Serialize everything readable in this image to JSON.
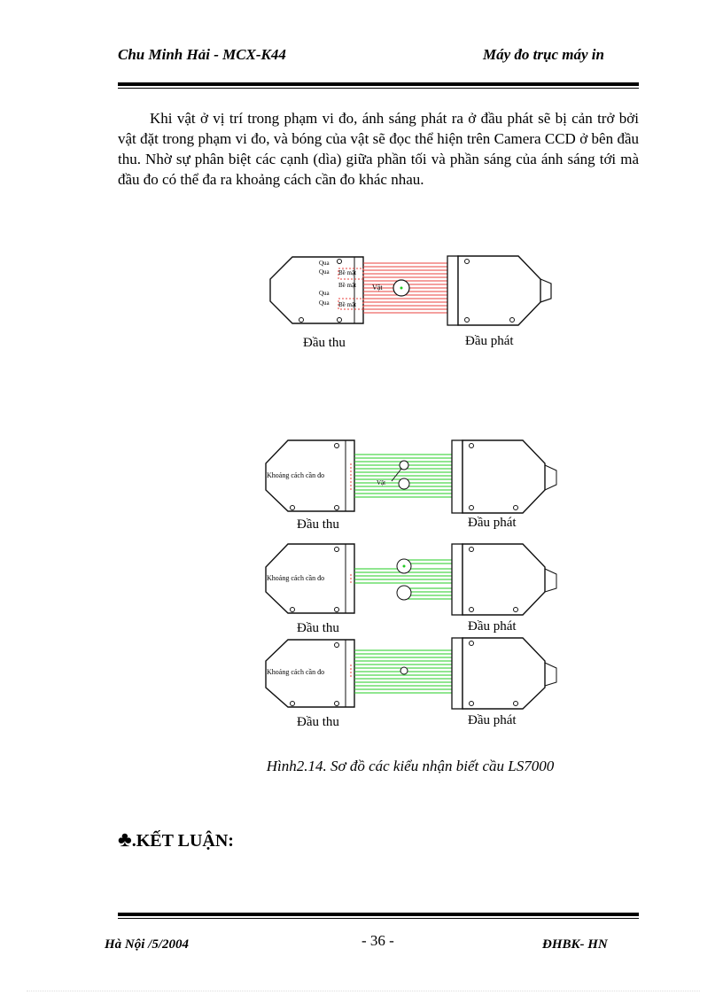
{
  "header": {
    "left": "Chu Minh Hải  - MCX-K44",
    "right": "Máy đo trục máy in"
  },
  "paragraph": "Khi vật ở vị trí trong phạm vi đo, ánh sáng phát ra ở đầu phát sẽ bị cản trở bởi vật đặt trong phạm vi đo, và bóng của vật sẽ đọc  thể hiện trên Camera CCD ở bên đầu thu. Nhờ sự phân biệt các cạnh (dìa) giữa phần tối và phần sáng của ánh sáng tới mà đầu đo có thể đa  ra khoảng cách cần đo khác nhau.",
  "figure": {
    "top_diagram": {
      "receiver_label": "Đầu thu",
      "emitter_label": "Đầu phát",
      "labels": [
        "Qua",
        "Qua",
        "Qua",
        "Qua",
        "Bề mặt",
        "Bề mặt",
        "Bề mặt",
        "Vật"
      ]
    },
    "diagrams": [
      {
        "measure_label": "Khoảng cách cần đo",
        "object_label": "Vật",
        "receiver_label": "Đầu thu",
        "emitter_label": "Đầu phát"
      },
      {
        "measure_label": "Khoảng cách cần đo",
        "receiver_label": "Đầu thu",
        "emitter_label": "Đầu phát"
      },
      {
        "measure_label": "Khoảng cách cần đo",
        "receiver_label": "Đầu thu",
        "emitter_label": "Đầu phát"
      }
    ],
    "caption": "Hình2.14. Sơ đồ các kiểu nhận biết cầu LS7000"
  },
  "conclusion": {
    "icon": "club-icon",
    "label": ".KẾT LUẬN:"
  },
  "footer": {
    "left": "Hà Nội /5/2004",
    "page": "- 36 -",
    "right": "ĐHBK- HN"
  },
  "colors": {
    "beam_red": "#e8403c",
    "beam_green": "#22cc22",
    "outline": "#111111"
  }
}
